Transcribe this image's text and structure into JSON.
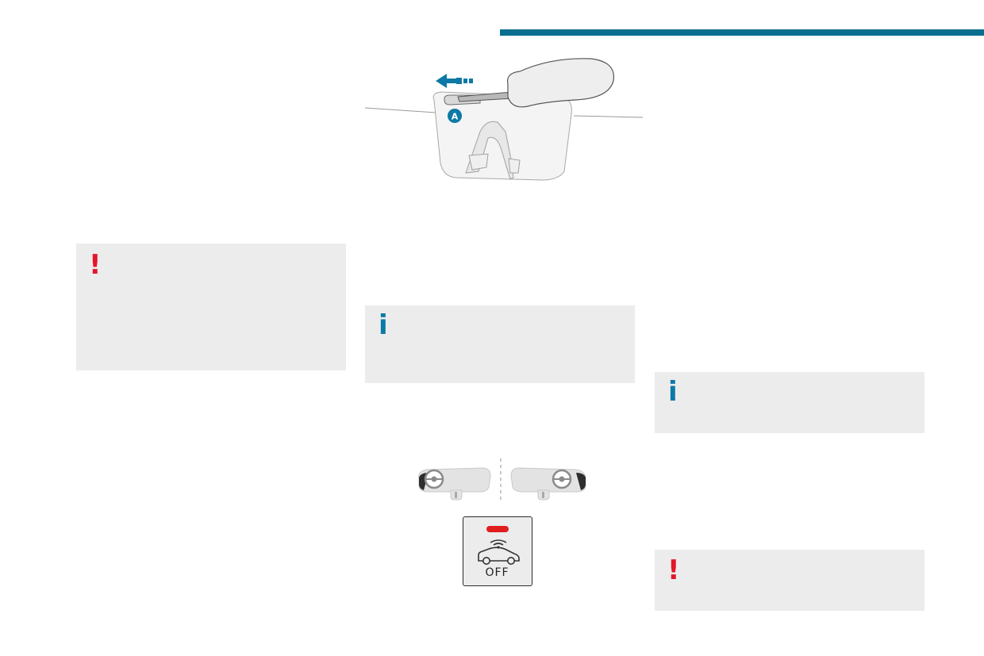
{
  "header": {
    "accent_color": "#0a6f8f"
  },
  "notes": {
    "warning_1": {
      "icon": "!",
      "color": "#e3152b"
    },
    "info_1": {
      "icon": "i",
      "color": "#0d79a6"
    },
    "info_2": {
      "icon": "i",
      "color": "#0d79a6"
    },
    "warning_2": {
      "icon": "!",
      "color": "#e3152b"
    }
  },
  "illustrations": {
    "key_insertion": {
      "marker_label": "A"
    },
    "deactivation_button": {
      "label": "OFF",
      "indicator_color": "#e01e1e"
    }
  }
}
